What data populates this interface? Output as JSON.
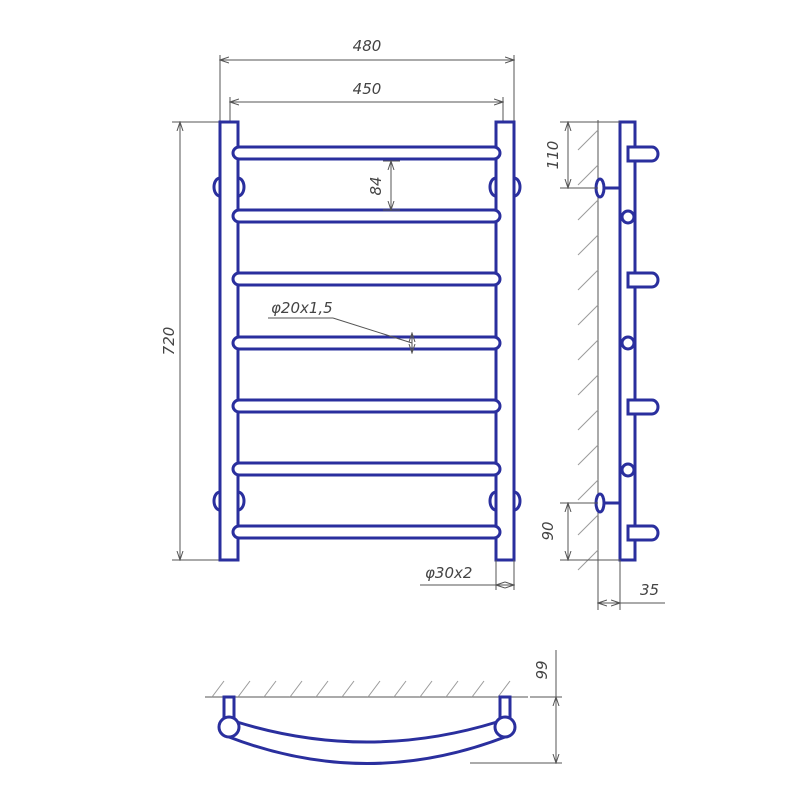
{
  "front_view": {
    "overall_width": "480",
    "inner_width": "450",
    "height": "720",
    "rail_spacing": "84",
    "rail_tube": "φ20x1,5",
    "side_tube": "φ30x2",
    "rail_count": 7
  },
  "side_view": {
    "top_mount_offset": "110",
    "bottom_mount_offset": "90",
    "wall_depth": "35"
  },
  "top_view": {
    "depth": "99"
  },
  "colors": {
    "outline": "#2a2f9e",
    "dimension": "#555555",
    "hatch": "#9a9a9a"
  }
}
